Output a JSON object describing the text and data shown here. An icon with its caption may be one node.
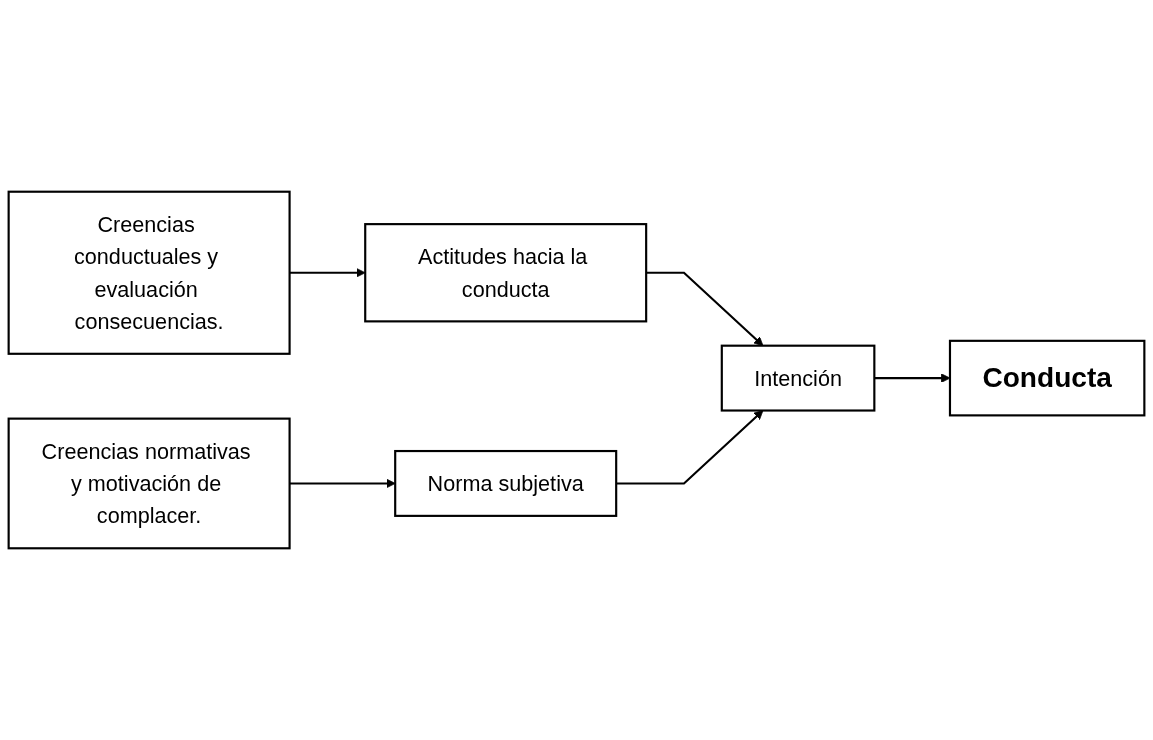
{
  "diagram": {
    "nodes": [
      {
        "text": [
          "Creencias conductuales y evaluación consecuencias."
        ]
      },
      {
        "text": [
          "Actitudes hacia la conducta"
        ]
      },
      {
        "text": [
          "Creencias normativas y motivación de complacer."
        ]
      },
      {
        "text": [
          "Norma subjetiva"
        ]
      },
      {
        "text": [
          "Intención"
        ]
      },
      {
        "text": [
          "Conducta"
        ]
      }
    ],
    "edges": [
      {
        "from": 0,
        "to": 1,
        "arrow": "to"
      },
      {
        "from": 1,
        "to": 4,
        "arrow": "to"
      },
      {
        "from": 2,
        "to": 3,
        "arrow": "to"
      },
      {
        "from": 3,
        "to": 4,
        "arrow": "to"
      },
      {
        "from": 4,
        "to": 5,
        "arrow": "to"
      }
    ]
  }
}
